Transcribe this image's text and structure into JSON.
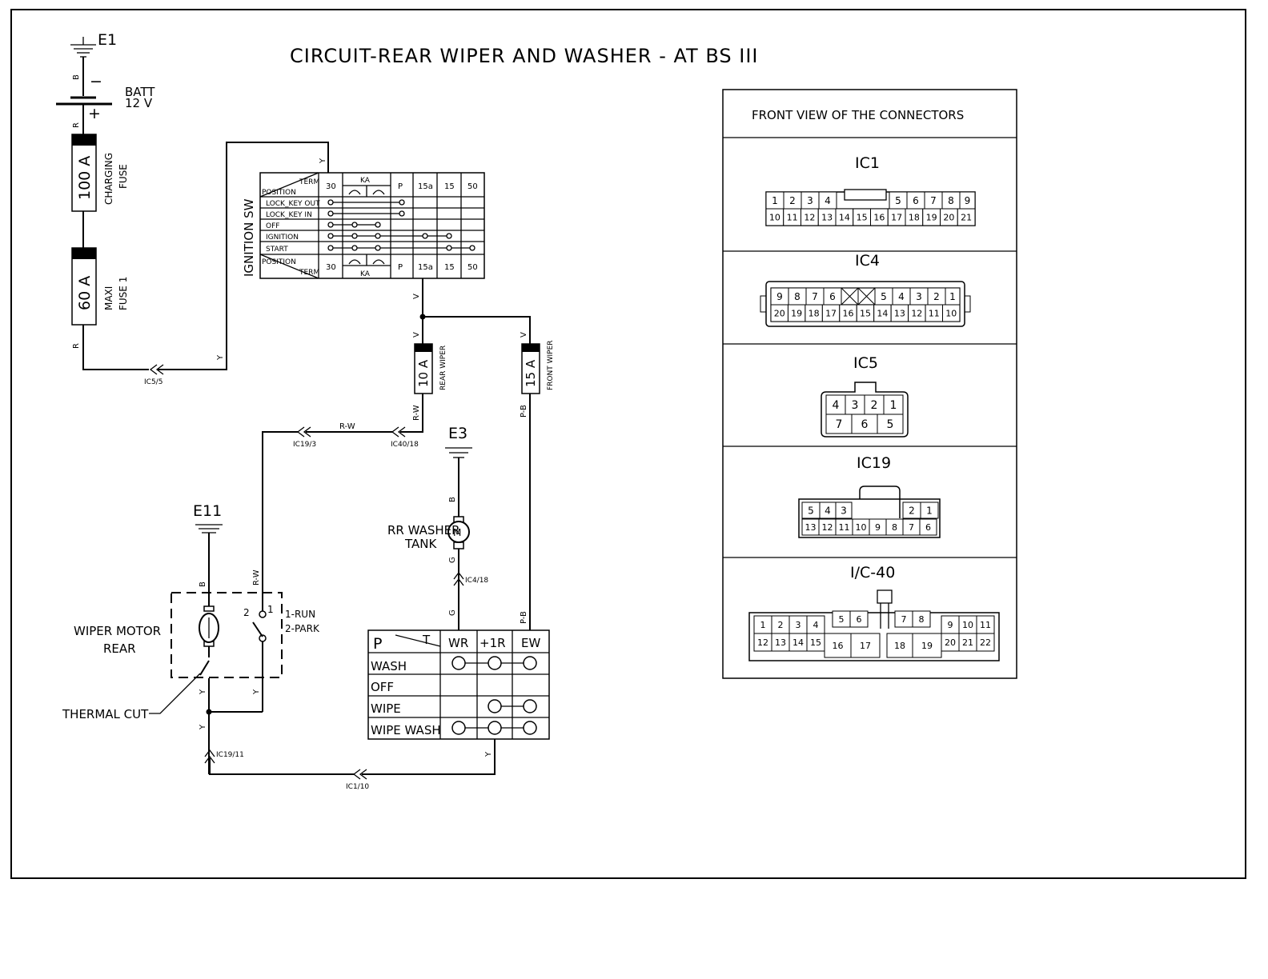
{
  "title": "CIRCUIT-REAR WIPER AND WASHER - AT BS III",
  "grounds": {
    "e1": "E1",
    "e3": "E3",
    "e11": "E11"
  },
  "battery": {
    "label": "BATT",
    "voltage": "12 V",
    "minus": "−",
    "plus": "+"
  },
  "fuses": {
    "charging": {
      "rating": "100 A",
      "name1": "CHARGING",
      "name2": "FUSE"
    },
    "maxi": {
      "rating": "60 A",
      "name1": "MAXI",
      "name2": "FUSE 1"
    },
    "rear": {
      "rating": "10 A",
      "name": "REAR WIPER"
    },
    "front": {
      "rating": "15 A",
      "name": "FRONT WIPER"
    }
  },
  "wire_colors": {
    "b": "B",
    "r": "R",
    "y": "Y",
    "v": "V",
    "rw": "R-W",
    "pb": "P-B",
    "g": "G"
  },
  "connector_refs": {
    "ic5_5": "IC5/5",
    "ic19_3": "IC19/3",
    "ic40_18": "IC40/18",
    "ic4_18": "IC4/18",
    "ic19_11": "IC19/11",
    "ic1_10": "IC1/10"
  },
  "ignition": {
    "label": "IGNITION SW",
    "term": "TERM",
    "position": "POSITION",
    "columns": [
      "30",
      "KA",
      "P",
      "15a",
      "15",
      "50"
    ],
    "rows": [
      "LOCK_KEY OUT",
      "LOCK_KEY IN",
      "OFF",
      "IGNITION",
      "START"
    ]
  },
  "washer": {
    "name1": "RR WASHER",
    "name2": "TANK",
    "motor": "M"
  },
  "wiper_motor": {
    "name1": "WIPER MOTOR",
    "name2": "REAR",
    "run": "1-RUN",
    "park": "2-PARK",
    "pin1": "1",
    "pin2": "2"
  },
  "thermal_cut": "THERMAL CUT",
  "wiper_switch": {
    "corner_p": "P",
    "corner_t": "T",
    "headers": [
      "WR",
      "+1R",
      "EW"
    ],
    "rows": [
      "WASH",
      "OFF",
      "WIPE",
      "WIPE WASH"
    ]
  },
  "connectors_panel": {
    "title": "FRONT VIEW OF THE CONNECTORS",
    "ic1": {
      "name": "IC1",
      "top": [
        "1",
        "2",
        "3",
        "4",
        "5",
        "6",
        "7",
        "8",
        "9"
      ],
      "bottom": [
        "10",
        "11",
        "12",
        "13",
        "14",
        "15",
        "16",
        "17",
        "18",
        "19",
        "20",
        "21"
      ]
    },
    "ic4": {
      "name": "IC4",
      "top": [
        "9",
        "8",
        "7",
        "6",
        "5",
        "4",
        "3",
        "2",
        "1"
      ],
      "bottom": [
        "20",
        "19",
        "18",
        "17",
        "16",
        "15",
        "14",
        "13",
        "12",
        "11",
        "10"
      ]
    },
    "ic5": {
      "name": "IC5",
      "top": [
        "4",
        "3",
        "2",
        "1"
      ],
      "bottom": [
        "7",
        "6",
        "5"
      ]
    },
    "ic19": {
      "name": "IC19",
      "top": [
        "5",
        "4",
        "3",
        "2",
        "1"
      ],
      "bottom": [
        "13",
        "12",
        "11",
        "10",
        "9",
        "8",
        "7",
        "6"
      ]
    },
    "ic40": {
      "name": "I/C-40",
      "cells": [
        "1",
        "2",
        "3",
        "4",
        "12",
        "13",
        "14",
        "15",
        "16",
        "17",
        "5",
        "6",
        "7",
        "8",
        "18",
        "19",
        "9",
        "10",
        "11",
        "20",
        "21",
        "22"
      ]
    }
  }
}
